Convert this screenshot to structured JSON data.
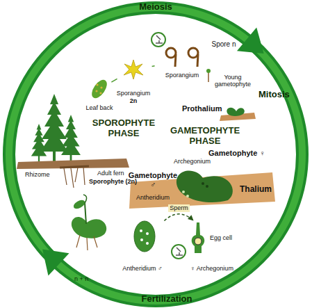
{
  "diagram": {
    "nodes": [
      {
        "text": [
          "SPOROPHYTE PHASE"
        ]
      },
      {
        "text": [
          "Leaf back"
        ],
        "in": 0
      },
      {
        "text": [
          "Sporangium",
          "2n"
        ],
        "in": 0
      },
      {
        "text": [
          "Spore n",
          "Sporangium"
        ],
        "in": 0
      },
      {
        "text": [
          "GAMETOPHYTE PHASE"
        ]
      },
      {
        "text": [
          "Antheridium ♂"
        ],
        "in": 4
      },
      {
        "text": [
          "Egg cell",
          "♀ Archegonium"
        ],
        "in": 4
      }
    ],
    "edges": [
      {
        "from": 1,
        "to": 2,
        "arrow": "none"
      },
      {
        "from": 2,
        "to": 3,
        "arrow": "none"
      },
      {
        "from": 5,
        "to": 6,
        "label": "Sperm",
        "arrow": "to"
      }
    ],
    "labels": [
      "Meiosis",
      "Young gametophyte",
      "Mitosis",
      "Prothalium",
      "Gametophyte ♀",
      "Archegonium",
      "Gametophyte ♂",
      "Antheridium",
      "Thalium",
      "Rhizome",
      "Adult fern",
      "Sporophyte (2n)",
      "n + n",
      "Fertilization"
    ]
  }
}
